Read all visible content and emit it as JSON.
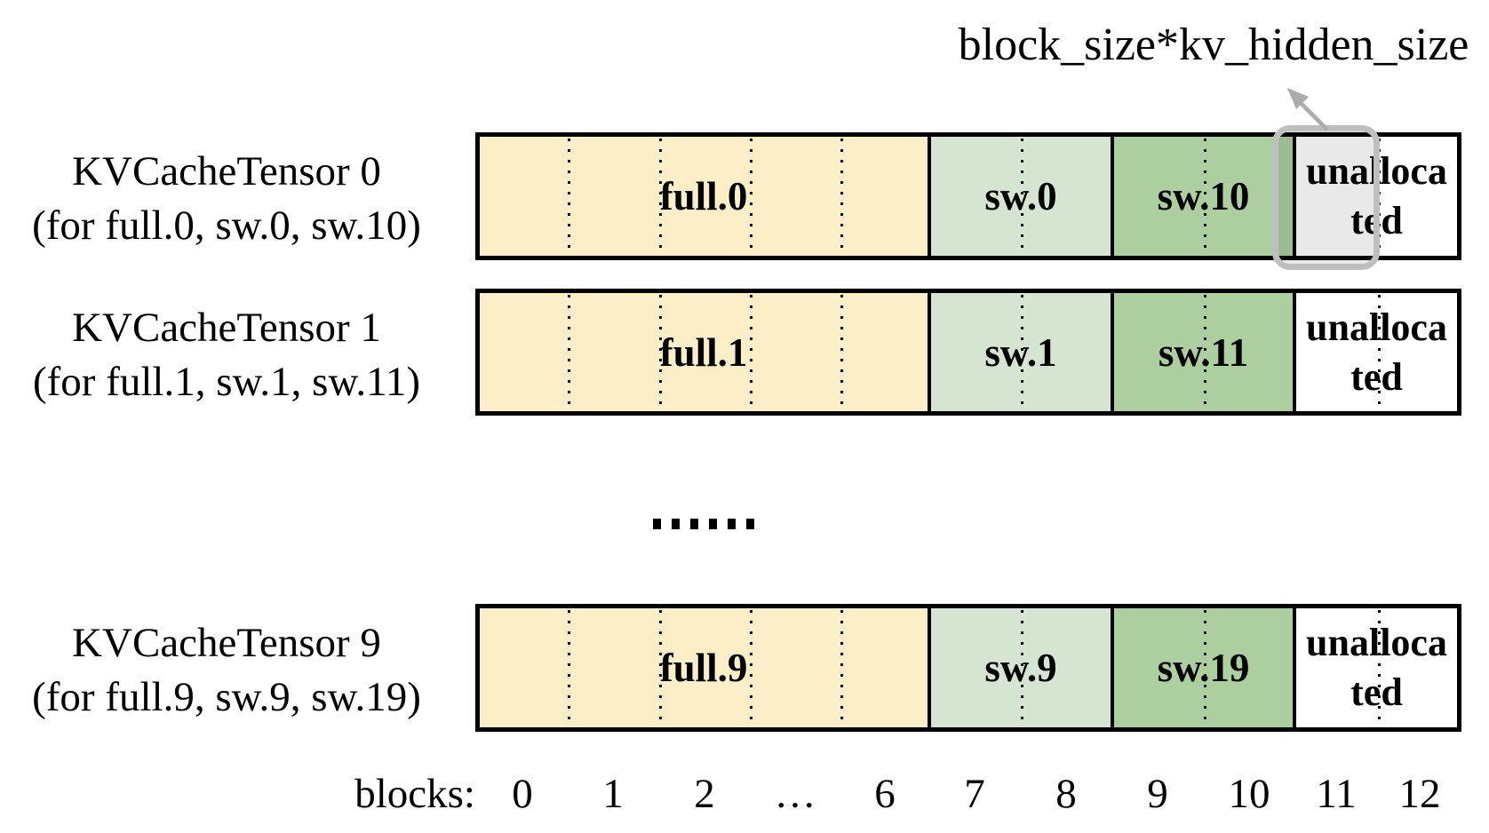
{
  "annotation": {
    "label": "block_size*kv_hidden_size"
  },
  "rows": [
    {
      "name": "KVCacheTensor 0",
      "subtitle": "(for full.0, sw.0, sw.10)",
      "segments": {
        "full": "full.0",
        "sw_a": "sw.0",
        "sw_b": "sw.10",
        "unallocated_lines": [
          "unalloca",
          "ted"
        ]
      }
    },
    {
      "name": "KVCacheTensor 1",
      "subtitle": "(for full.1, sw.1, sw.11)",
      "segments": {
        "full": "full.1",
        "sw_a": "sw.1",
        "sw_b": "sw.11",
        "unallocated_lines": [
          "unalloca",
          "ted"
        ]
      }
    },
    {
      "name": "KVCacheTensor 9",
      "subtitle": "(for full.9, sw.9, sw.19)",
      "segments": {
        "full": "full.9",
        "sw_a": "sw.9",
        "sw_b": "sw.19",
        "unallocated_lines": [
          "unalloca",
          "ted"
        ]
      }
    }
  ],
  "ellipsis_dot_count": 6,
  "axis": {
    "label": "blocks:",
    "ticks": [
      "0",
      "1",
      "2",
      "…",
      "6",
      "7",
      "8",
      "9",
      "10",
      "11",
      "12"
    ]
  },
  "colors": {
    "full": "#FCEFC7",
    "sw_first": "#D5E5D1",
    "sw_second": "#ABCF9E",
    "unallocated": "#FFFFFF",
    "outline": "#000000",
    "highlight": "#BFBFBF",
    "arrow": "#ACACAC"
  }
}
